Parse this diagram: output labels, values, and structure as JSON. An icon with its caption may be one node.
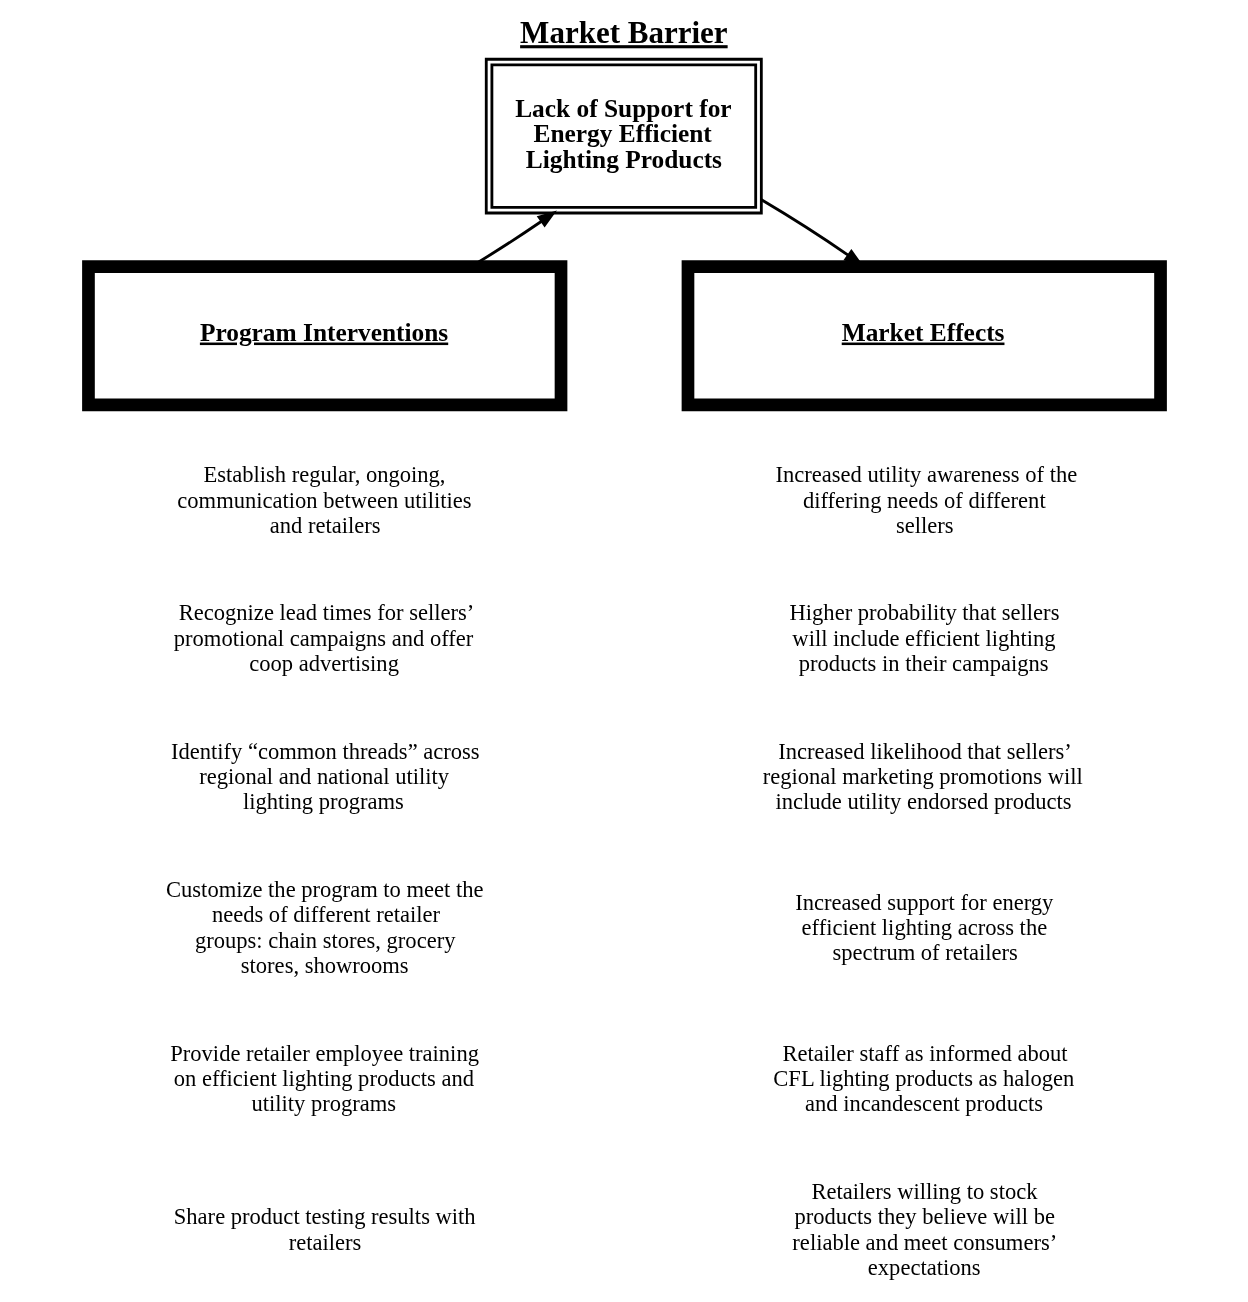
{
  "diagram": {
    "title": "Market Barrier",
    "nodes": [
      {
        "text": [
          "Lack of Support for Energy Efficient Lighting Products"
        ]
      },
      {
        "text": [
          "Program Interventions"
        ]
      },
      {
        "text": [
          "Market Effects"
        ]
      }
    ],
    "edges": [
      {
        "from": 1,
        "to": 0,
        "arrow": "to"
      },
      {
        "from": 0,
        "to": 2,
        "arrow": "to"
      }
    ],
    "labels": [
      "Establish regular, ongoing, communication between utilities and retailers",
      "Recognize lead times for sellers’ promotional campaigns and offer coop advertising",
      "Identify “common threads” across regional and national utility lighting programs",
      "Customize the program to meet the needs of different retailer groups: chain stores, grocery stores, showrooms",
      "Provide retailer employee training on efficient lighting products and utility programs",
      "Share product testing results with retailers",
      "Increased utility awareness of the differing needs of different sellers",
      "Higher probability that sellers will include efficient lighting products in their campaigns",
      "Increased likelihood that sellers’ regional marketing promotions will include utility endorsed products",
      "Increased support for energy efficient lighting across the spectrum of retailers",
      "Retailer staff as informed about CFL lighting products as halogen and incandescent products",
      "Retailers willing to stock products they believe will be reliable and meet consumers’ expectations"
    ]
  }
}
